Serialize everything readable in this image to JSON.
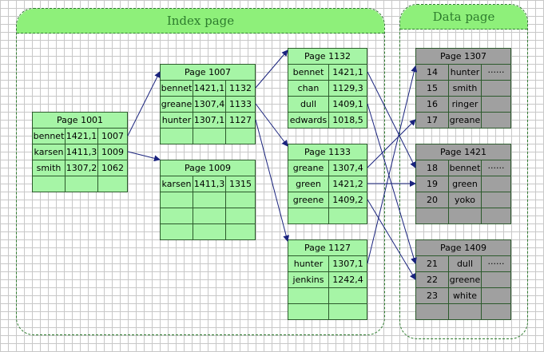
{
  "regions": {
    "index_title": "Index page",
    "data_title": "Data page"
  },
  "colors": {
    "index_cell": "#a6f5a6",
    "data_cell": "#a0a0a0",
    "region_header": "#8ef07a",
    "arrow": "#1a237e"
  },
  "index_pages": {
    "p1001": {
      "title": "Page 1001",
      "rows": [
        [
          "bennet",
          "1421,1",
          "1007"
        ],
        [
          "karsen",
          "1411,3",
          "1009"
        ],
        [
          "smith",
          "1307,2",
          "1062"
        ],
        [
          "",
          "",
          ""
        ]
      ]
    },
    "p1007": {
      "title": "Page 1007",
      "rows": [
        [
          "bennet",
          "1421,1",
          "1132"
        ],
        [
          "greane",
          "1307,4",
          "1133"
        ],
        [
          "hunter",
          "1307,1",
          "1127"
        ],
        [
          "",
          "",
          ""
        ]
      ]
    },
    "p1009": {
      "title": "Page 1009",
      "rows": [
        [
          "karsen",
          "1411,3",
          "1315"
        ],
        [
          "",
          "",
          ""
        ],
        [
          "",
          "",
          ""
        ],
        [
          "",
          "",
          ""
        ]
      ]
    },
    "p1132": {
      "title": "Page 1132",
      "rows": [
        [
          "bennet",
          "1421,1"
        ],
        [
          "chan",
          "1129,3"
        ],
        [
          "dull",
          "1409,1"
        ],
        [
          "edwards",
          "1018,5"
        ]
      ]
    },
    "p1133": {
      "title": "Page 1133",
      "rows": [
        [
          "greane",
          "1307,4"
        ],
        [
          "green",
          "1421,2"
        ],
        [
          "greene",
          "1409,2"
        ],
        [
          "",
          ""
        ]
      ]
    },
    "p1127": {
      "title": "Page 1127",
      "rows": [
        [
          "hunter",
          "1307,1"
        ],
        [
          "jenkins",
          "1242,4"
        ],
        [
          "",
          ""
        ],
        [
          "",
          ""
        ]
      ]
    }
  },
  "data_pages": {
    "p1307": {
      "title": "Page 1307",
      "rows": [
        [
          "14",
          "hunter",
          "······"
        ],
        [
          "15",
          "smith",
          ""
        ],
        [
          "16",
          "ringer",
          ""
        ],
        [
          "17",
          "greane",
          ""
        ]
      ]
    },
    "p1421": {
      "title": "Page 1421",
      "rows": [
        [
          "18",
          "bennet",
          "······"
        ],
        [
          "19",
          "green",
          ""
        ],
        [
          "20",
          "yoko",
          ""
        ],
        [
          "",
          "",
          ""
        ]
      ]
    },
    "p1409": {
      "title": "Page 1409",
      "rows": [
        [
          "21",
          "dull",
          "······"
        ],
        [
          "22",
          "greene",
          ""
        ],
        [
          "23",
          "white",
          ""
        ],
        [
          "",
          "",
          ""
        ]
      ]
    }
  }
}
